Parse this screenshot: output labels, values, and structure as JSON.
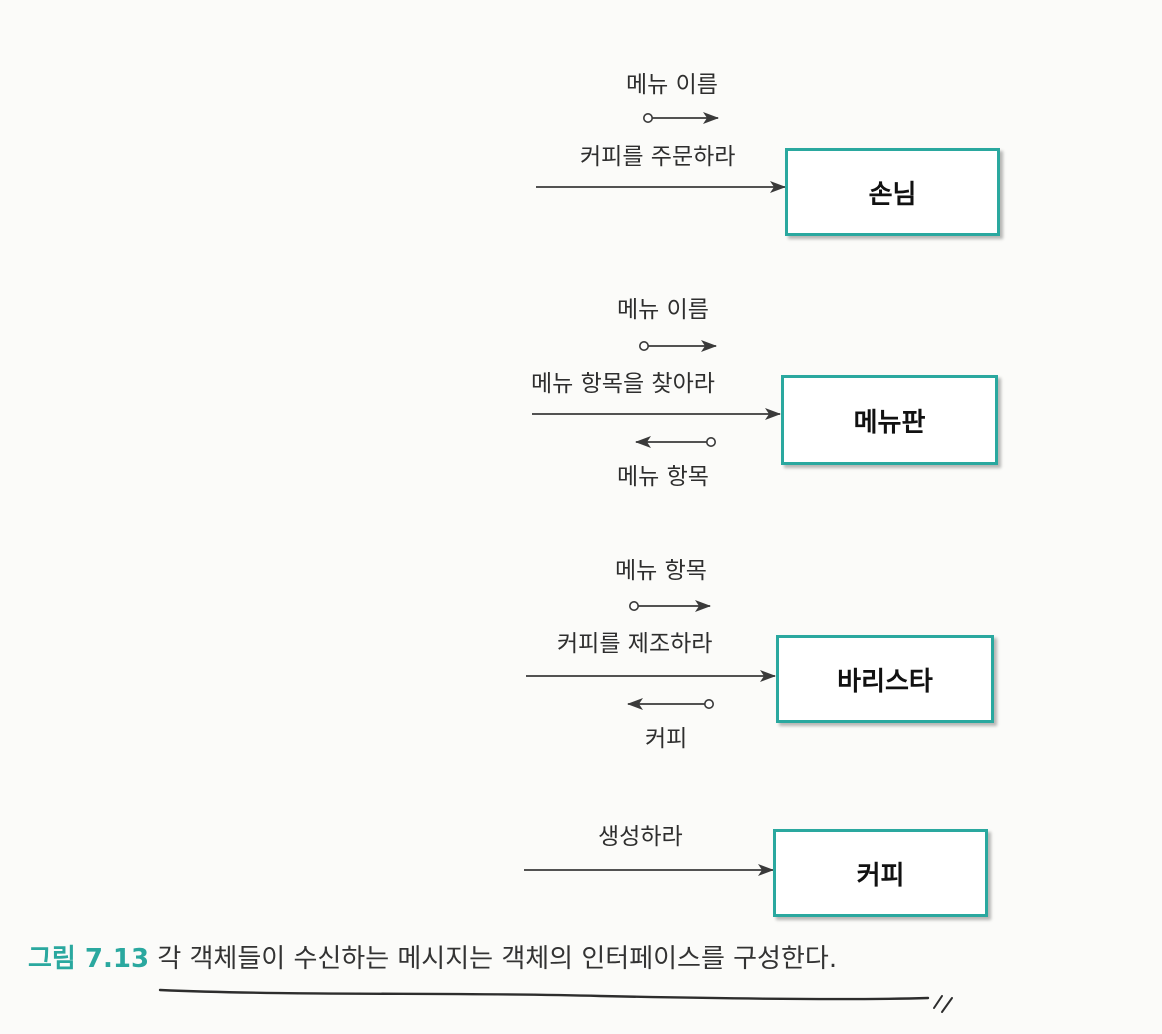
{
  "objects": [
    {
      "id": "customer",
      "name": "손님",
      "incoming_message": "커피를 주문하라",
      "parameter": "메뉴 이름",
      "return_value": null
    },
    {
      "id": "menu",
      "name": "메뉴판",
      "incoming_message": "메뉴 항목을 찾아라",
      "parameter": "메뉴 이름",
      "return_value": "메뉴 항목"
    },
    {
      "id": "barista",
      "name": "바리스타",
      "incoming_message": "커피를 제조하라",
      "parameter": "메뉴 항목",
      "return_value": "커피"
    },
    {
      "id": "coffee",
      "name": "커피",
      "incoming_message": "생성하라",
      "parameter": null,
      "return_value": null
    }
  ],
  "caption": {
    "label": "그림 7.13",
    "text": "각 객체들이 수신하는 메시지는 객체의 인터페이스를 구성한다."
  },
  "colors": {
    "box_border": "#2aa89f",
    "caption_label": "#2aa89f",
    "arrow": "#3a3a3a"
  }
}
